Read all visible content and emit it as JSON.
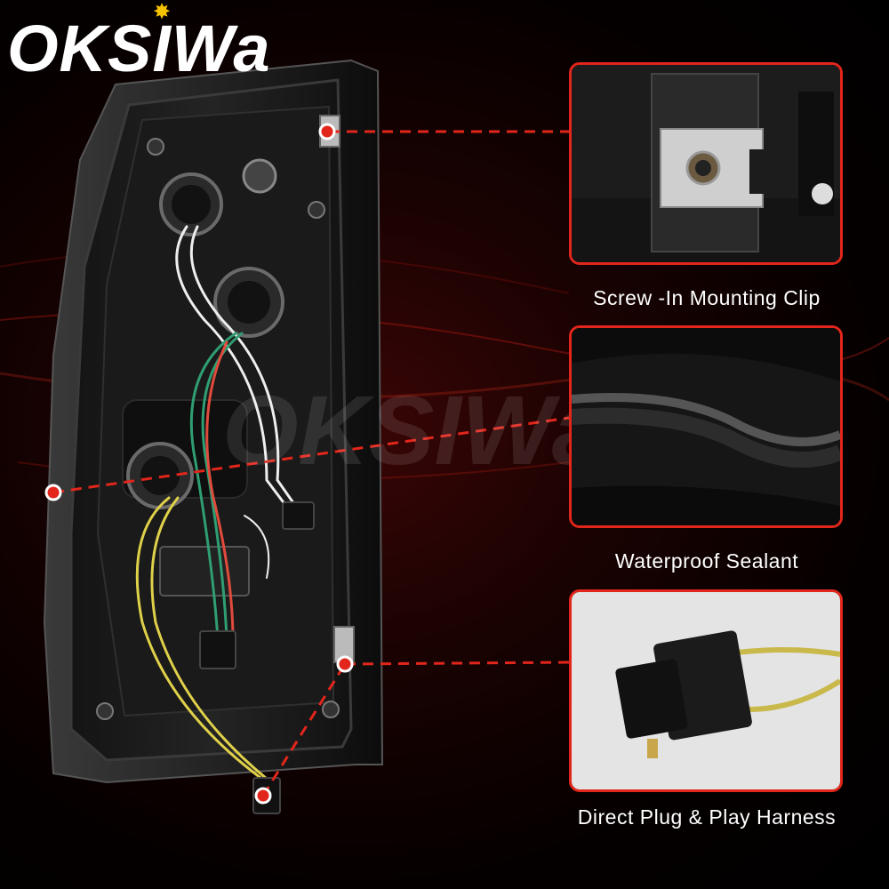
{
  "brand": {
    "logo_text": "OKSIWa",
    "watermark_text": "OKSIWa"
  },
  "features": [
    {
      "caption": "Screw -In Mounting Clip",
      "icon": "mounting-clip-icon"
    },
    {
      "caption": "Waterproof Sealant",
      "icon": "sealant-icon"
    },
    {
      "caption": "Direct Plug & Play Harness",
      "icon": "harness-plug-icon"
    }
  ],
  "colors": {
    "accent_red": "#e2261b",
    "caption_text": "#ffffff",
    "logo_star": "#f6c300"
  }
}
